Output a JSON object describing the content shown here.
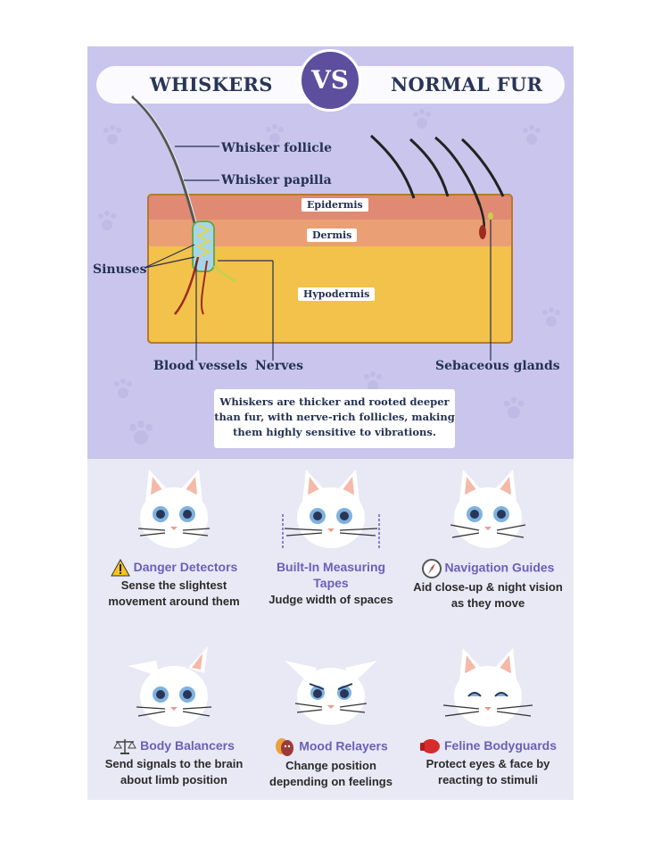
{
  "header": {
    "left_title": "WHISKERS",
    "vs": "VS",
    "right_title": "NORMAL FUR"
  },
  "diagram": {
    "labels": {
      "follicle": "Whisker follicle",
      "papilla": "Whisker papilla",
      "epidermis": "Epidermis",
      "dermis": "Dermis",
      "hypodermis": "Hypodermis",
      "sinuses": "Sinuses",
      "blood_vessels": "Blood vessels",
      "nerves": "Nerves",
      "sebaceous": "Sebaceous glands"
    },
    "caption": "Whiskers are thicker and rooted deeper than fur, with nerve-rich follicles, making them highly sensitive to vibrations.",
    "colors": {
      "epidermis": "#e08a73",
      "dermis": "#eb9f74",
      "hypodermis": "#f2c24b",
      "accent": "#5d4f9d"
    }
  },
  "cards": [
    {
      "title": "Danger Detectors",
      "desc": "Sense the slightest movement around them",
      "icon": "warning-icon"
    },
    {
      "title": "Built-In Measuring Tapes",
      "desc": "Judge width of spaces",
      "icon": ""
    },
    {
      "title": "Navigation Guides",
      "desc": "Aid close-up & night vision as they move",
      "icon": "compass-icon"
    },
    {
      "title": "Body Balancers",
      "desc": "Send signals to the brain about limb position",
      "icon": "scales-icon"
    },
    {
      "title": "Mood Relayers",
      "desc": "Change position depending on feelings",
      "icon": "theater-masks-icon"
    },
    {
      "title": "Feline Bodyguards",
      "desc": "Protect eyes & face by reacting to stimuli",
      "icon": "boxing-glove-icon"
    }
  ]
}
